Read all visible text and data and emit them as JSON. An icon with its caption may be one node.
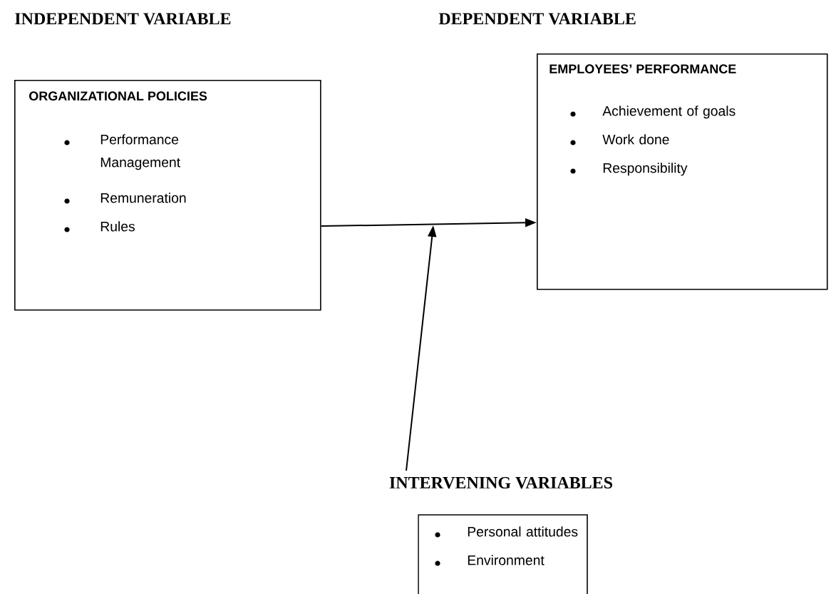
{
  "diagram": {
    "nodes": [
      {
        "text": [
          "ORGANIZATIONAL  POLICIES",
          "Performance Management",
          "Remuneration",
          "Rules"
        ]
      },
      {
        "text": [
          "EMPLOYEES’ PERFORMANCE",
          "Achievement of goals",
          "Work done",
          "Responsibility"
        ]
      },
      {
        "text": [
          "INTERVENING VARIABLES",
          "Personal attitudes",
          "Environment"
        ]
      }
    ],
    "edges": [
      {
        "from": 0,
        "to": 1,
        "arrow": "to"
      },
      {
        "from": 2,
        "to": null,
        "arrow": "to"
      }
    ],
    "labels": [
      "INDEPENDENT VARIABLE",
      "DEPENDENT VARIABLE"
    ]
  }
}
